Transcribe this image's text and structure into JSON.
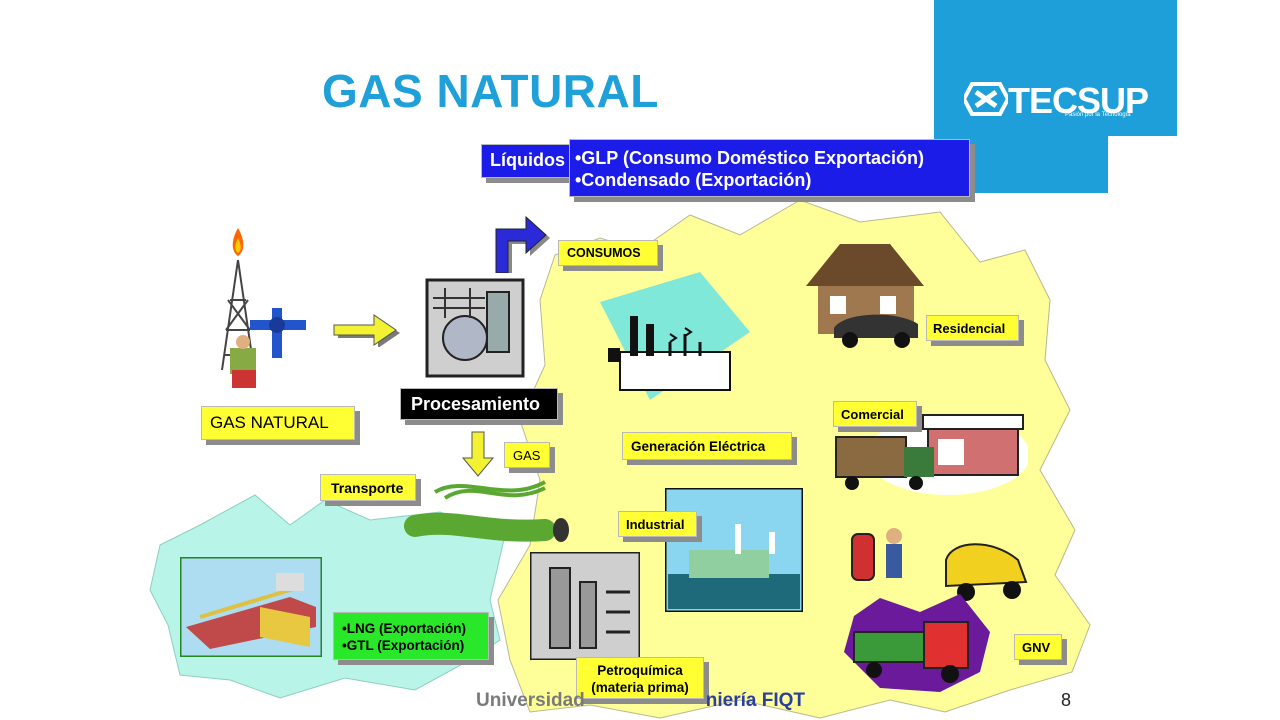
{
  "title": "GAS NATURAL",
  "logo": {
    "name": "TECSUP",
    "tagline": "Pasión por la Tecnología"
  },
  "liquidos": {
    "label": "Líquidos",
    "items": [
      "•GLP (Consumo Doméstico  Exportación)",
      "•Condensado (Exportación)"
    ]
  },
  "source_label": "GAS NATURAL",
  "procesamiento": "Procesamiento",
  "gas": "GAS",
  "transporte": "Transporte",
  "export": [
    "•LNG (Exportación)",
    "•GTL (Exportación)"
  ],
  "consumos": {
    "label": "CONSUMOS",
    "generacion": "Generación Eléctrica",
    "residencial": "Residencial",
    "comercial": "Comercial",
    "industrial": "Industrial",
    "petroquimica_1": "Petroquímica",
    "petroquimica_2": "(materia prima)",
    "gnv": "GNV"
  },
  "footer": {
    "left": "Universidad",
    "right": "niería FIQT"
  },
  "page_number": "8",
  "colors": {
    "title": "#1fa0d8",
    "label_yellow": "#ffff33",
    "liquids_blue": "#1c1ce8",
    "export_green": "#29e829",
    "burst_yellow": "#ffff99",
    "burst_teal": "#b8f5e8"
  }
}
